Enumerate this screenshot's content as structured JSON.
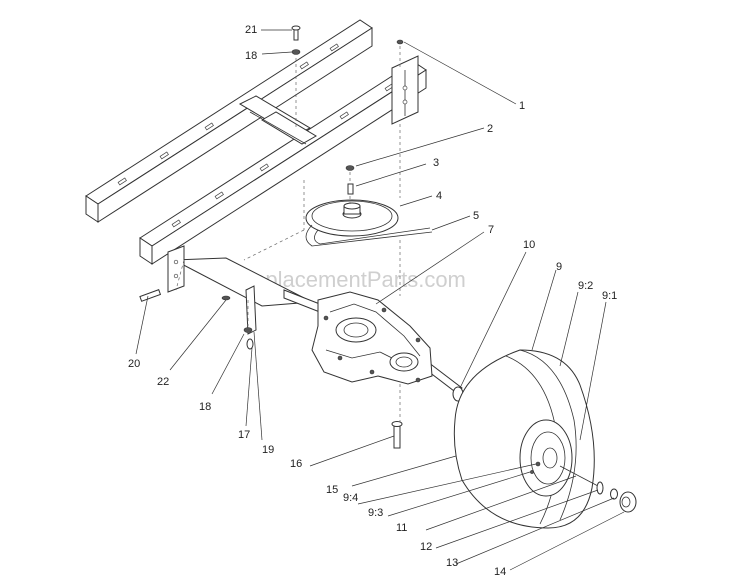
{
  "watermark": "eReplacementParts.com",
  "callouts": [
    {
      "id": "c1",
      "label": "1"
    },
    {
      "id": "c2",
      "label": "2"
    },
    {
      "id": "c3",
      "label": "3"
    },
    {
      "id": "c4",
      "label": "4"
    },
    {
      "id": "c5",
      "label": "5"
    },
    {
      "id": "c7",
      "label": "7"
    },
    {
      "id": "c9",
      "label": "9"
    },
    {
      "id": "c9_1",
      "label": "9:1"
    },
    {
      "id": "c9_2",
      "label": "9:2"
    },
    {
      "id": "c9_3",
      "label": "9:3"
    },
    {
      "id": "c9_4",
      "label": "9:4"
    },
    {
      "id": "c10",
      "label": "10"
    },
    {
      "id": "c11",
      "label": "11"
    },
    {
      "id": "c12",
      "label": "12"
    },
    {
      "id": "c13",
      "label": "13"
    },
    {
      "id": "c14",
      "label": "14"
    },
    {
      "id": "c15",
      "label": "15"
    },
    {
      "id": "c16",
      "label": "16"
    },
    {
      "id": "c17",
      "label": "17"
    },
    {
      "id": "c18a",
      "label": "18"
    },
    {
      "id": "c18b",
      "label": "18"
    },
    {
      "id": "c19",
      "label": "19"
    },
    {
      "id": "c20",
      "label": "20"
    },
    {
      "id": "c21",
      "label": "21"
    },
    {
      "id": "c22",
      "label": "22"
    }
  ]
}
